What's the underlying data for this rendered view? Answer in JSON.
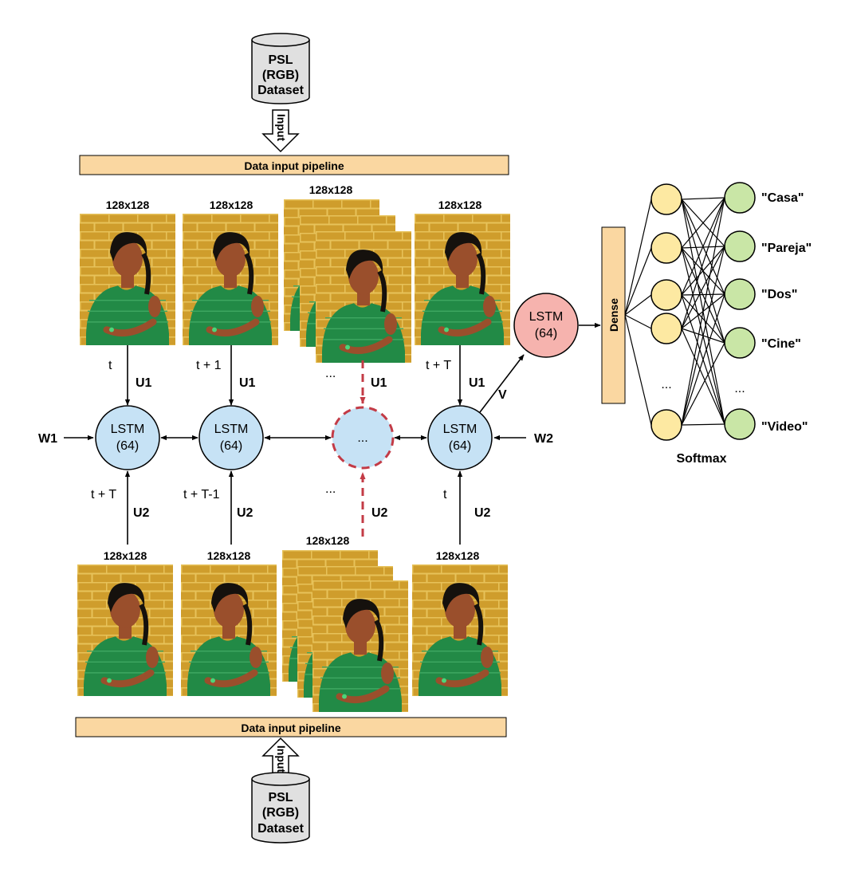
{
  "dataset": {
    "line1": "PSL",
    "line2": "(RGB)",
    "line3": "Dataset",
    "input_label": "Input"
  },
  "pipeline_label": "Data input pipeline",
  "frame_size": "128x128",
  "lstm": {
    "name": "LSTM",
    "units": "(64)",
    "hidden": "..."
  },
  "weights": {
    "u1": "U1",
    "u2": "U2",
    "w1": "W1",
    "w2": "W2",
    "v": "V"
  },
  "top_times": [
    "t",
    "t + 1",
    "...",
    "t + T"
  ],
  "bottom_times": [
    "t + T",
    "t + T-1",
    "...",
    "t"
  ],
  "dense_label": "Dense",
  "softmax_label": "Softmax",
  "ellipsis": "...",
  "outputs": [
    "\"Casa\"",
    "\"Pareja\"",
    "\"Dos\"",
    "\"Cine\"",
    "\"Video\""
  ],
  "colors": {
    "lstm_fill": "#c6e2f5",
    "final_lstm_fill": "#f6b3ae",
    "dashed_red": "#c33b46",
    "pipeline_fill": "#fad7a1",
    "hidden_fill": "#fde9a2",
    "output_fill": "#c9e6a6",
    "dataset_fill": "#e0e0e0",
    "photo_wall": "#cf9d2c",
    "shirt": "#228a46"
  }
}
